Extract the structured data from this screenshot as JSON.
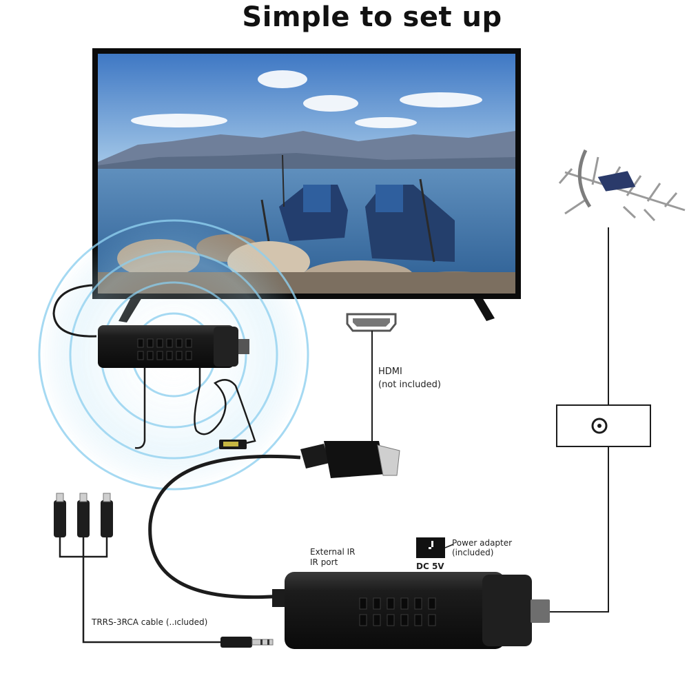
{
  "title": "Simple to set up",
  "labels": {
    "hdmi_line1": "HDMI",
    "hdmi_line2": "(not included)",
    "external_ir_line1": "External IR",
    "external_ir_line2": "IR port",
    "power_line1": "Power adapter",
    "power_line2": "(included)",
    "dc": "DC 5V",
    "trrs": "TRRS-3RCA cable (..ıcluded)"
  },
  "colors": {
    "device_body": "#1a1a1a",
    "cable": "#1c1c1c",
    "signal_wave": "#8fd0ef",
    "tv_frame": "#0b0b0b"
  },
  "icons": {
    "antenna": "yagi-antenna-icon",
    "wall_socket": "coax-wall-socket-icon",
    "hdmi_port": "hdmi-port-icon",
    "power": "dc-power-icon"
  }
}
